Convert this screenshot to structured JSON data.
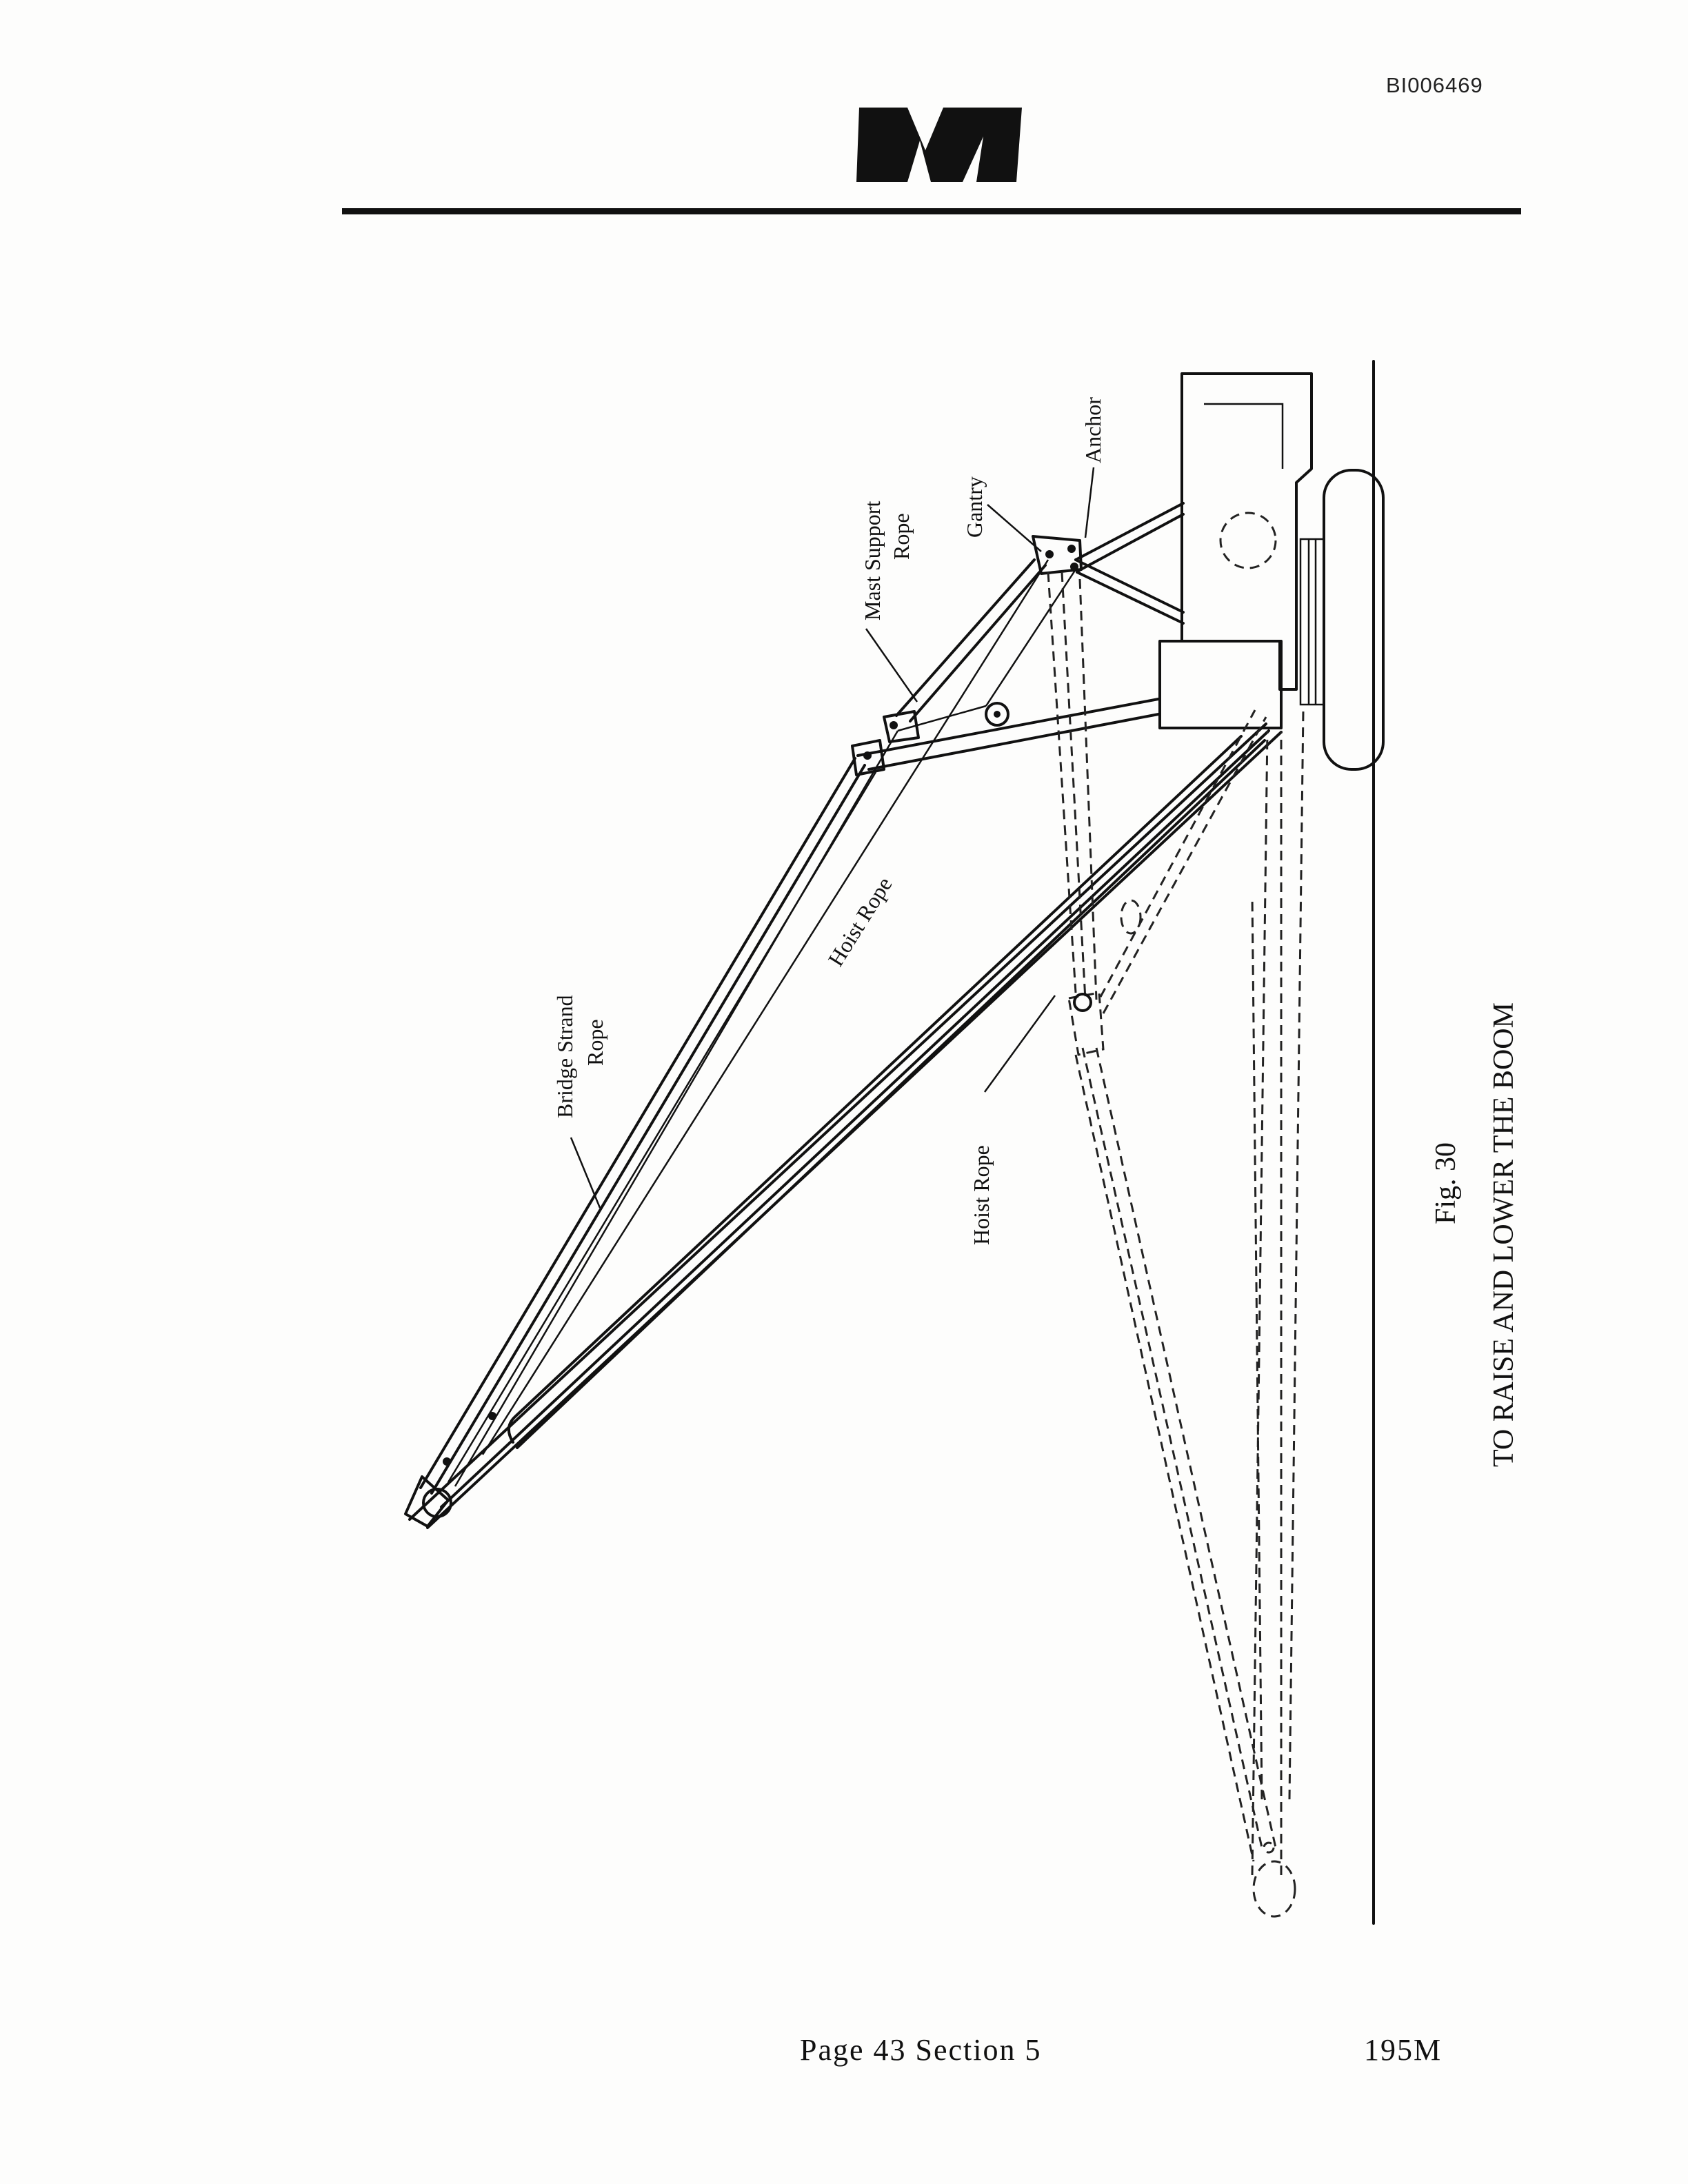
{
  "header": {
    "doc_id": "BI006469",
    "logo_letter": "M"
  },
  "figure": {
    "labels": {
      "anchor": "Anchor",
      "gantry": "Gantry",
      "mast_support_rope_1": "Mast Support",
      "mast_support_rope_2": "Rope",
      "hoist_rope_upper": "Hoist Rope",
      "bridge_strand_rope_1": "Bridge Strand",
      "bridge_strand_rope_2": "Rope",
      "hoist_rope_lower": "Hoist Rope"
    },
    "caption_number": "Fig. 30",
    "caption_title": "TO RAISE AND LOWER THE BOOM"
  },
  "footer": {
    "page_section": "Page 43  Section 5",
    "model": "195M"
  }
}
